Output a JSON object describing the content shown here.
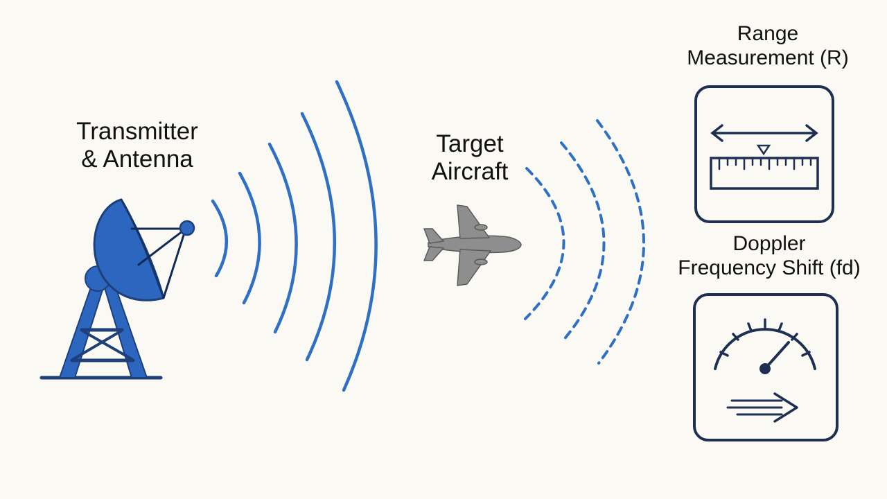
{
  "transmitter": {
    "label_line1": "Transmitter",
    "label_line2": "& Antenna",
    "icon": "radar-dish-icon"
  },
  "target": {
    "label_line1": "Target",
    "label_line2": "Aircraft",
    "icon": "airplane-icon"
  },
  "range_panel": {
    "label_line1": "Range",
    "label_line2": "Measurement (R)",
    "icon": "ruler-arrow-icon"
  },
  "doppler_panel": {
    "label_line1": "Doppler",
    "label_line2": "Frequency Shift (fd)",
    "icon": "speedometer-icon"
  },
  "colors": {
    "background": "#fbf9f4",
    "transmit_wave": "#2f6fc4",
    "echo_wave": "#2f6fc4",
    "antenna_fill": "#2c66bf",
    "antenna_stroke": "#1d3f7a",
    "aircraft": "#8c8c8c",
    "panel_stroke": "#1e2f52"
  }
}
